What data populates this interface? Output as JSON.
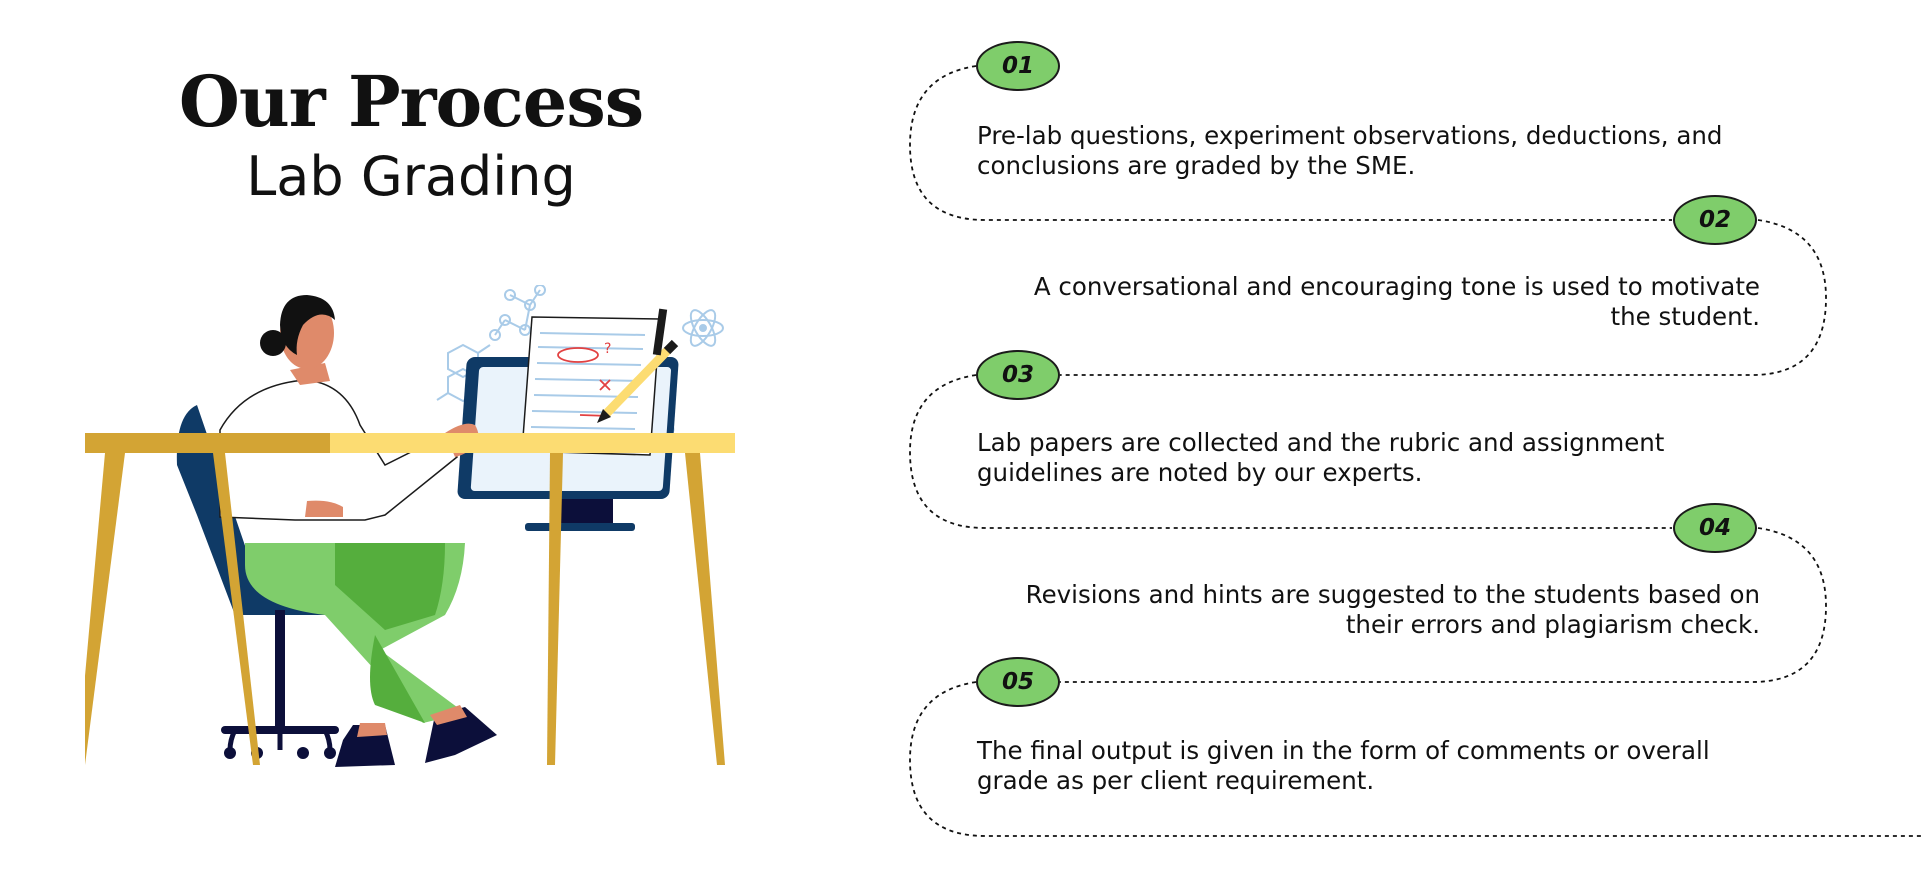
{
  "header": {
    "title": "Our Process",
    "subtitle": "Lab Grading"
  },
  "steps": [
    {
      "number": "01",
      "text": "Pre-lab questions, experiment observations, deductions, and conclusions are graded by the SME."
    },
    {
      "number": "02",
      "text": "A conversational and encouraging tone is used to motivate the student."
    },
    {
      "number": "03",
      "text": "Lab papers are collected and the rubric and assignment guidelines are noted by our experts."
    },
    {
      "number": "04",
      "text": "Revisions and hints are suggested to the students based on their errors and plagiarism check."
    },
    {
      "number": "05",
      "text": "The final output is given in the form of comments or overall grade as per client requirement."
    }
  ],
  "colors": {
    "badge_fill": "#7fcd6b",
    "desk_top": "#fcdc72",
    "desk_legs": "#d3a434",
    "pants": "#7fcd6b",
    "chair": "#0f3a66",
    "monitor": "#0f3a66"
  },
  "illustration": {
    "name": "woman-grading-lab-papers-at-desk"
  }
}
